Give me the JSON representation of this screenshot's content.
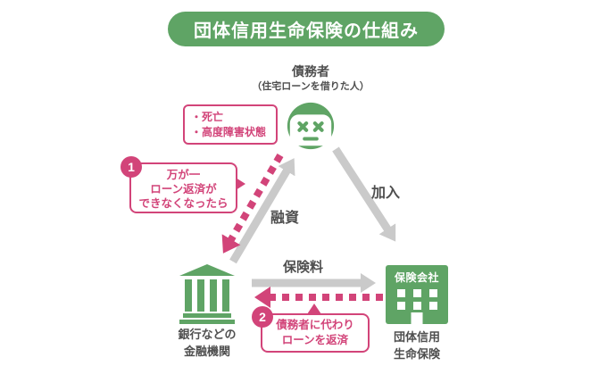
{
  "title": "団体信用生命保険の仕組み",
  "colors": {
    "green": "#5fa465",
    "pink": "#d24479",
    "arrow_gray": "#cacaca",
    "text": "#4f4f4f"
  },
  "debtor": {
    "label": "債務者",
    "sublabel": "（住宅ローンを借りた人）",
    "icon": "dead-face-icon"
  },
  "callouts": {
    "causes": {
      "lines": [
        "・死亡",
        "・高度障害状態"
      ]
    },
    "step1": {
      "badge": "1",
      "lines": [
        "万が一",
        "ローン返済が",
        "できなくなったら"
      ]
    },
    "step2": {
      "badge": "2",
      "lines": [
        "債務者に代わり",
        "ローンを返済"
      ]
    }
  },
  "flows": {
    "loan": {
      "label": "融資",
      "from": "bank",
      "to": "debtor",
      "style": "solid-gray"
    },
    "join": {
      "label": "加入",
      "from": "debtor",
      "to": "insurer",
      "style": "solid-gray"
    },
    "premium": {
      "label": "保険料",
      "from": "bank",
      "to": "insurer",
      "style": "solid-gray"
    },
    "claim": {
      "label": "",
      "from": "debtor",
      "to": "bank",
      "style": "dotted-pink"
    },
    "repay": {
      "label": "",
      "from": "insurer",
      "to": "bank",
      "style": "dotted-pink"
    }
  },
  "bank": {
    "icon": "bank-icon",
    "lines": [
      "銀行などの",
      "金融機関"
    ]
  },
  "insurer": {
    "icon": "office-building-icon",
    "building_label": "保険会社",
    "lines": [
      "団体信用",
      "生命保険"
    ]
  }
}
